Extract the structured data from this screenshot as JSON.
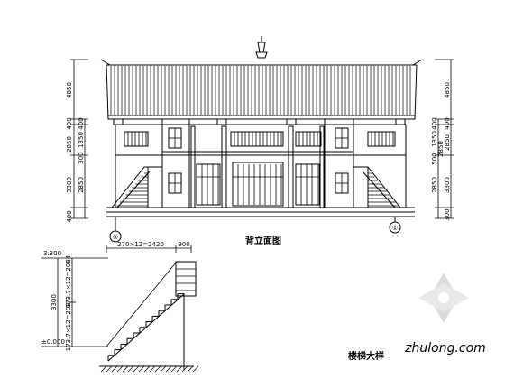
{
  "elevation": {
    "title": "背立面图",
    "axis_left": "⑥",
    "axis_right": "①",
    "left_dims": [
      "400",
      "3300",
      "2850",
      "400",
      "4850"
    ],
    "left_inner_dims": [
      "2850",
      "300",
      "1350",
      "400"
    ],
    "right_dims": [
      "300",
      "3300",
      "2850",
      "400",
      "4850"
    ],
    "right_inner_dims": [
      "2850",
      "500",
      "2850",
      "1350",
      "400"
    ]
  },
  "stair_detail": {
    "title": "楼梯大样",
    "top_dims": [
      "270×12=2420",
      "900"
    ],
    "level_top": "3.300",
    "level_bottom": "±0.000",
    "height_dim": "3300",
    "step_dim_upper": "173.7×12=2084",
    "step_dim_lower": "173.7×12=2084"
  },
  "watermark": {
    "text": "zhulong.com"
  }
}
